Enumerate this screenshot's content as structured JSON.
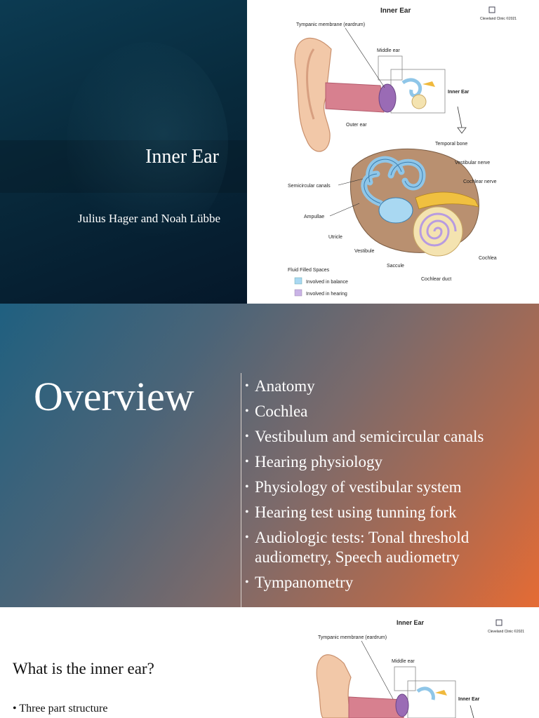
{
  "slide1": {
    "title": "Inner Ear",
    "authors": "Julius Hager and Noah Lübbe",
    "figure": {
      "title": "Inner Ear",
      "logo": "Cleveland Clinic ©2021",
      "labels": {
        "tympanic": "Tympanic membrane (eardrum)",
        "middle": "Middle ear",
        "inner": "Inner Ear",
        "outer": "Outer ear",
        "temporal": "Temporal bone",
        "vestibular_nerve": "Vestibular nerve",
        "cochlear_nerve": "Cochlear nerve",
        "semicircular": "Semicircular canals",
        "ampullae": "Ampullae",
        "utricle": "Utricle",
        "vestibule": "Vestibule",
        "saccule": "Saccule",
        "cochlea": "Cochlea",
        "cochlear_duct": "Cochlear duct"
      },
      "legend": {
        "title": "Fluid Filled Spaces",
        "balance": "Involved in balance",
        "hearing": "Involved in hearing",
        "balance_color": "#a9d8f2",
        "hearing_color": "#c9b3e6"
      }
    }
  },
  "slide2": {
    "heading": "Overview",
    "items": [
      "Anatomy",
      "Cochlea",
      "Vestibulum and semicircular canals",
      "Hearing physiology",
      "Physiology of vestibular system",
      "Hearing test using tunning fork",
      "Audiologic tests: Tonal threshold audiometry, Speech audiometry",
      "Tympanometry"
    ]
  },
  "slide3": {
    "question": "What is the inner ear?",
    "bullet1": "Three part structure",
    "figure": {
      "title": "Inner Ear",
      "logo": "Cleveland Clinic ©2021",
      "tympanic": "Tympanic membrane (eardrum)",
      "middle": "Middle ear",
      "inner": "Inner Ear"
    }
  }
}
